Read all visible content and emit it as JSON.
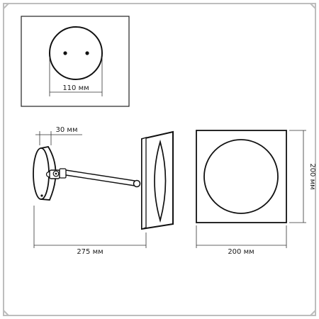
{
  "dimensions": {
    "mount_diameter": "110 мм",
    "mount_depth": "30 мм",
    "total_length": "275 мм",
    "mirror_width": "200 мм",
    "mirror_height": "200 мм"
  }
}
